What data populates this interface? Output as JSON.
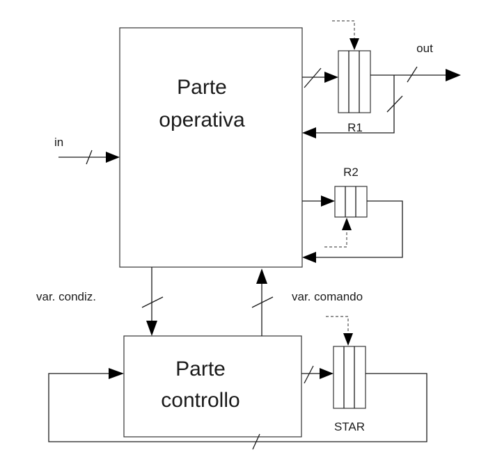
{
  "blocks": {
    "operativa": {
      "line1": "Parte",
      "line2": "operativa"
    },
    "controllo": {
      "line1": "Parte",
      "line2": "controllo"
    }
  },
  "registers": {
    "r1": "R1",
    "r2": "R2",
    "star": "STAR"
  },
  "signals": {
    "in": "in",
    "out": "out",
    "var_condiz": "var. condiz.",
    "var_comando": "var. comando"
  },
  "colors": {
    "line": "#1a1a1a",
    "arrowhead": "#000000",
    "box_border": "#333333",
    "background": "#ffffff"
  }
}
